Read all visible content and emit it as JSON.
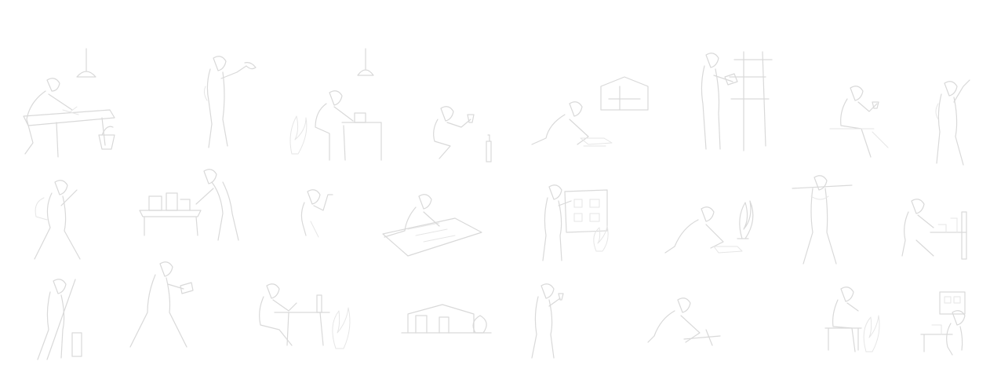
{
  "illustration": {
    "style": "line-sketch",
    "line_color": "#d9d9d9",
    "background": "#ffffff",
    "rows": [
      {
        "figures": [
          {
            "name": "woman-drawing-at-table",
            "props": [
              "pendant-lamp",
              "table",
              "potted-plant"
            ]
          },
          {
            "name": "woman-standing-holding-bird",
            "props": []
          },
          {
            "name": "woman-at-desk",
            "props": [
              "pendant-lamp",
              "desk",
              "laptop",
              "plant"
            ]
          },
          {
            "name": "woman-sitting-with-cup",
            "props": [
              "bottle"
            ]
          },
          {
            "name": "woman-kneeling-stacking",
            "props": [
              "shelf",
              "stack"
            ]
          },
          {
            "name": "woman-at-easel",
            "props": [
              "easel",
              "tablet"
            ]
          },
          {
            "name": "woman-seated-with-cup",
            "props": []
          },
          {
            "name": "woman-standing-holding-brush",
            "props": []
          }
        ]
      },
      {
        "figures": [
          {
            "name": "woman-walking-with-backpack",
            "props": []
          },
          {
            "name": "woman-leaning-over-table",
            "props": [
              "table",
              "boxes"
            ]
          },
          {
            "name": "woman-seated-small",
            "props": []
          },
          {
            "name": "woman-drawing-on-board",
            "props": [
              "drawing-board"
            ]
          },
          {
            "name": "woman-at-whiteboard",
            "props": [
              "whiteboard",
              "potted-plant"
            ]
          },
          {
            "name": "woman-kneeling-with-plant",
            "props": [
              "plant"
            ]
          },
          {
            "name": "woman-stretching-arms",
            "props": []
          },
          {
            "name": "woman-seated-at-desk",
            "props": [
              "desk",
              "bottle"
            ]
          }
        ]
      },
      {
        "figures": [
          {
            "name": "woman-with-walking-stick",
            "props": [
              "stick",
              "bag"
            ]
          },
          {
            "name": "woman-walking-reading",
            "props": []
          },
          {
            "name": "woman-at-table-with-cup",
            "props": [
              "table",
              "bottle",
              "plant"
            ]
          },
          {
            "name": "shelf-with-vases",
            "props": [
              "shelf",
              "vases"
            ]
          },
          {
            "name": "woman-standing-with-glass",
            "props": []
          },
          {
            "name": "woman-kneeling-with-ruler",
            "props": [
              "ruler"
            ]
          },
          {
            "name": "woman-seated-at-bench",
            "props": [
              "bench",
              "plant"
            ]
          },
          {
            "name": "woman-at-desk-with-frame",
            "props": [
              "desk",
              "frame"
            ]
          }
        ]
      }
    ]
  }
}
